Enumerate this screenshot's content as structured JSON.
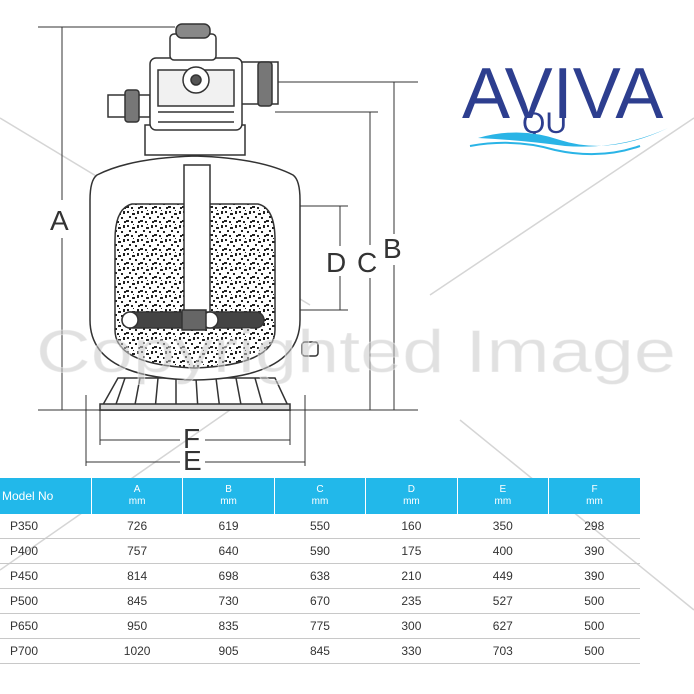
{
  "logo": {
    "line1": "AVIVA",
    "line2": "QU"
  },
  "dimension_labels": {
    "a": "A",
    "b": "B",
    "c": "C",
    "d": "D",
    "e": "E",
    "f": "F"
  },
  "watermark": "Copyrighted Image",
  "table": {
    "columns": [
      {
        "name": "Model No",
        "unit": ""
      },
      {
        "name": "A",
        "unit": "mm"
      },
      {
        "name": "B",
        "unit": "mm"
      },
      {
        "name": "C",
        "unit": "mm"
      },
      {
        "name": "D",
        "unit": "mm"
      },
      {
        "name": "E",
        "unit": "mm"
      },
      {
        "name": "F",
        "unit": "mm"
      }
    ],
    "rows": [
      [
        "P350",
        "726",
        "619",
        "550",
        "160",
        "350",
        "298"
      ],
      [
        "P400",
        "757",
        "640",
        "590",
        "175",
        "400",
        "390"
      ],
      [
        "P450",
        "814",
        "698",
        "638",
        "210",
        "449",
        "390"
      ],
      [
        "P500",
        "845",
        "730",
        "670",
        "235",
        "527",
        "500"
      ],
      [
        "P650",
        "950",
        "835",
        "775",
        "300",
        "627",
        "500"
      ],
      [
        "P700",
        "1020",
        "905",
        "845",
        "330",
        "703",
        "500"
      ]
    ]
  },
  "colors": {
    "header_bg": "#22b8ea",
    "logo_navy": "#2d3e8f",
    "logo_cyan": "#2ab4e6"
  }
}
